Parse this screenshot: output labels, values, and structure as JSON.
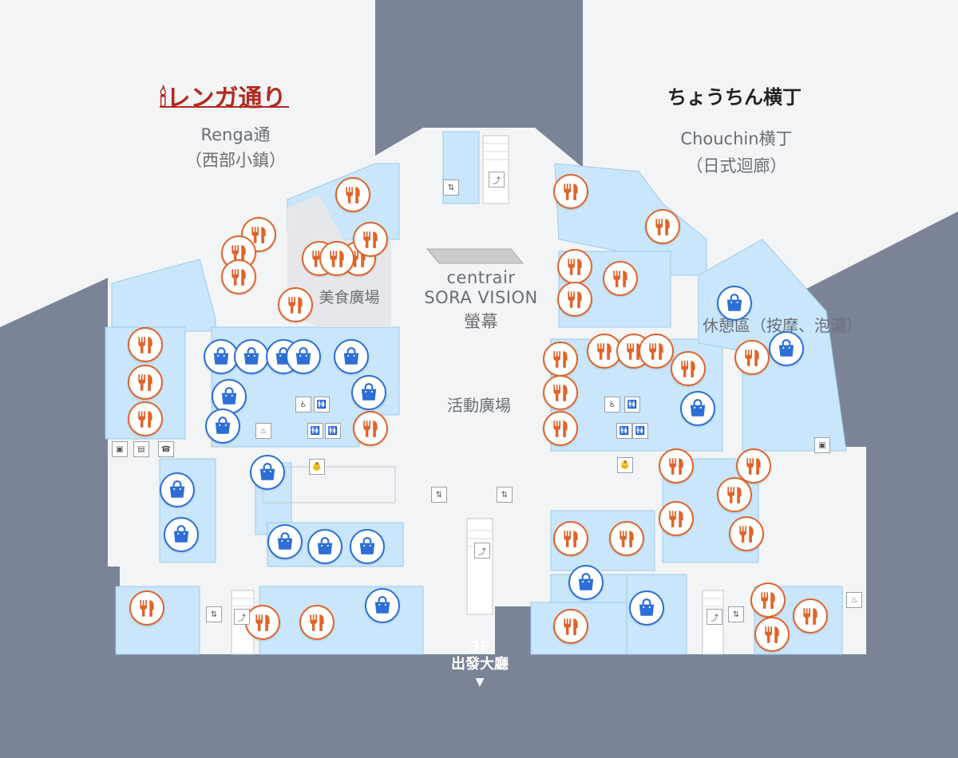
{
  "map": {
    "districts": [
      {
        "logo": "レンガ通り",
        "name": "Renga通",
        "sub": "（西部小鎮）"
      },
      {
        "logo": "ちょうちん横丁",
        "name": "Chouchin横丁",
        "sub": "（日式迴廊）"
      }
    ],
    "areas": {
      "food_court": "美食廣場",
      "sora_line1": "centrair",
      "sora_line2": "SORA VISION",
      "sora_line3": "螢幕",
      "event_plaza": "活動廣場",
      "rest_area": "休憩區（按摩、泡湯）"
    },
    "exit": {
      "floor": "3F",
      "label": "出發大廳",
      "arrow": "▼"
    },
    "legend_colors": {
      "food": "#e0642a",
      "shop": "#2d6fd6",
      "shop_floor": "#c9e6fb",
      "corridor": "#f2f4f6",
      "background": "#7b8496"
    },
    "icons": {
      "food": "fork-knife-icon",
      "shop": "shopping-bag-icon",
      "restroom": "restroom-icon",
      "elevator": "elevator-icon",
      "escalator": "escalator-icon",
      "nursing": "nursing-room-icon",
      "smoking": "smoking-room-icon",
      "phone": "phone-icon",
      "atm": "atm-icon"
    }
  }
}
